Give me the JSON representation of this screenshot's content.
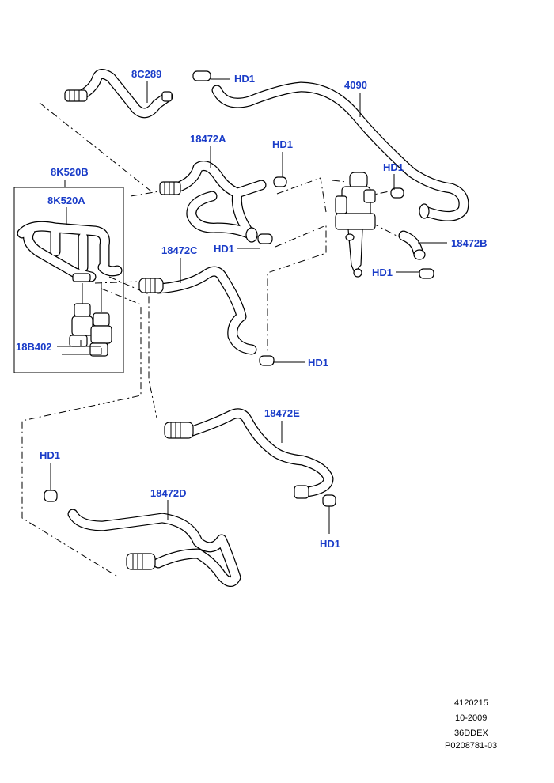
{
  "parts": {
    "p_8c289": "8C289",
    "p_4090": "4090",
    "p_18472a": "18472A",
    "p_8k520b": "8K520B",
    "p_8k520a": "8K520A",
    "p_18472b": "18472B",
    "p_18472c": "18472C",
    "p_18b402": "18B402",
    "p_18472e": "18472E",
    "p_18472d": "18472D",
    "hd1": "HD1"
  },
  "footer": {
    "line1": "4120215",
    "line2": "10-2009",
    "line3": "36DDEX",
    "line4": "P0208781-03"
  }
}
